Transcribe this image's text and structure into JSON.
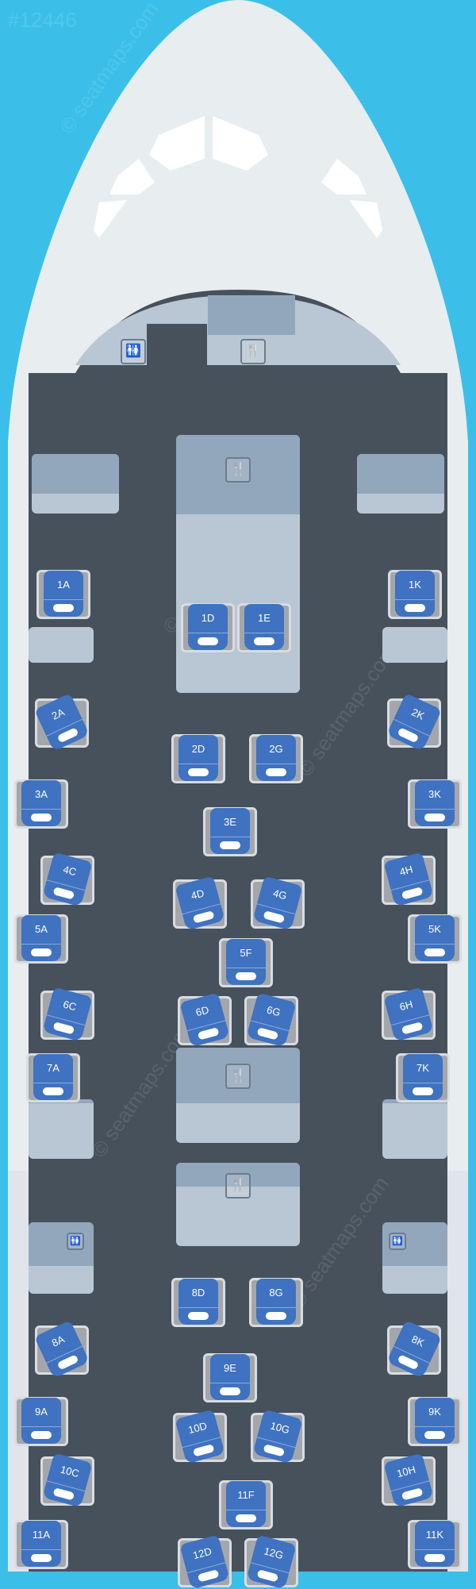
{
  "map_id": "#12446",
  "watermark": "© seatmaps.com",
  "colors": {
    "sky": "#3bbfe9",
    "fuselage": "#e8edf0",
    "floor": "#47515c",
    "seat": "#3f72c0",
    "monument": "#b9c6d3"
  },
  "facilities": {
    "lavatory_icon": "lavatory-icon",
    "galley_icon": "galley-icon"
  },
  "seats": [
    "1A",
    "1D",
    "1E",
    "1K",
    "2A",
    "2D",
    "2G",
    "2K",
    "3A",
    "3E",
    "3K",
    "4C",
    "4D",
    "4G",
    "4H",
    "5A",
    "5F",
    "5K",
    "6C",
    "6D",
    "6G",
    "6H",
    "7A",
    "7K",
    "8A",
    "8D",
    "8G",
    "8K",
    "9A",
    "9E",
    "9K",
    "10C",
    "10D",
    "10G",
    "10H",
    "11A",
    "11F",
    "11K",
    "12D",
    "12G"
  ]
}
